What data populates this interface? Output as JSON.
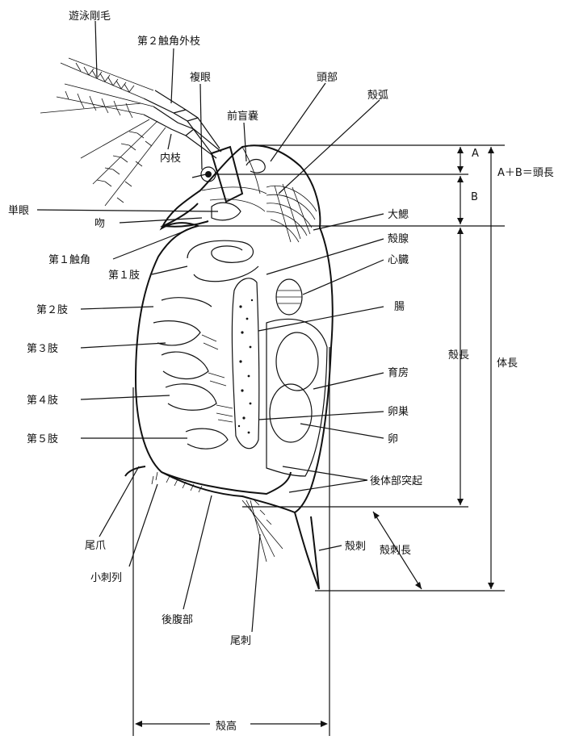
{
  "labels": {
    "swimming_setae": "遊泳剛毛",
    "antenna2_exopod": "第２触角外枝",
    "compound_eye": "複眼",
    "head": "頭部",
    "fornix": "殻弧",
    "anterior_caecum": "前盲嚢",
    "endopod": "内枝",
    "ocellus": "単眼",
    "rostrum": "吻",
    "antenna1": "第１触角",
    "limb1": "第１肢",
    "limb2": "第２肢",
    "limb3": "第３肢",
    "limb4": "第４肢",
    "limb5": "第５肢",
    "epipodite": "大鰓",
    "shell_gland": "殻腺",
    "heart": "心臓",
    "intestine": "腸",
    "brood_chamber": "育房",
    "ovary": "卵巣",
    "egg": "卵",
    "abdominal_processes": "後体部突起",
    "tail_claw": "尾爪",
    "spine_row": "小刺列",
    "postabdomen": "後腹部",
    "tail_spine": "尾刺",
    "shell_spine": "殻刺",
    "shell_spine_length": "殻刺長",
    "shell_length": "殻長",
    "body_length": "体長",
    "shell_height": "殻高",
    "dim_a": "A",
    "dim_b": "B",
    "head_length": "A＋B＝頭長"
  }
}
